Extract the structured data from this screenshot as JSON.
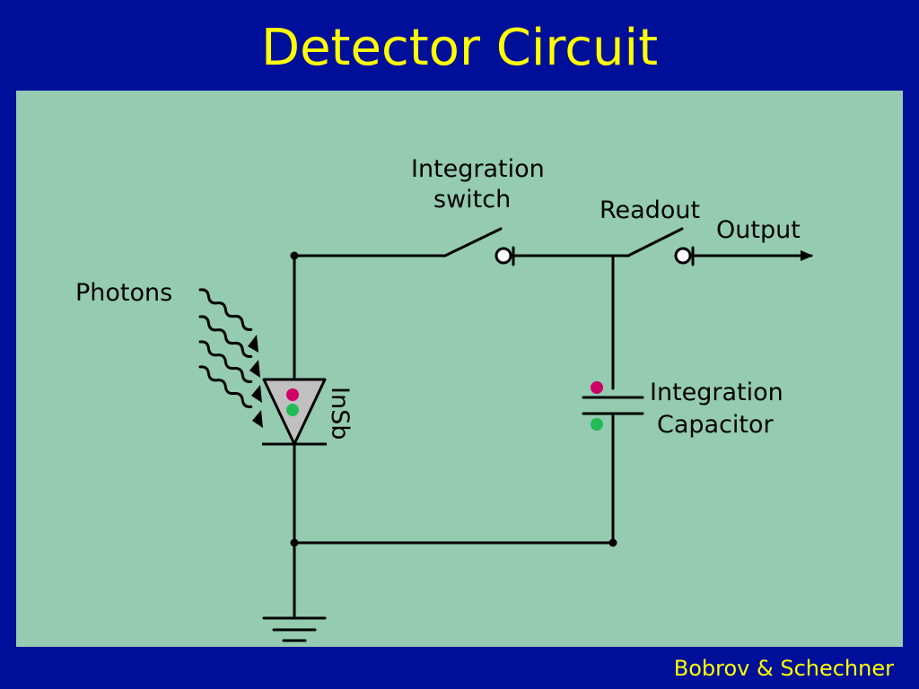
{
  "slide": {
    "title": "Detector Circuit",
    "footer": "Bobrov & Schechner"
  },
  "diagram": {
    "labels": {
      "integration_switch_line1": "Integration",
      "integration_switch_line2": "switch",
      "readout": "Readout",
      "output": "Output",
      "photons": "Photons",
      "insb": "InSb",
      "capacitor_line1": "Integration",
      "capacitor_line2": "Capacitor"
    },
    "colors": {
      "background": "#000f99",
      "panel": "#94cbb1",
      "title": "#ffff00",
      "wire": "#000000",
      "diode_fill": "#c0c0c0",
      "charge_positive": "#cc0066",
      "charge_negative": "#22bb55"
    }
  }
}
